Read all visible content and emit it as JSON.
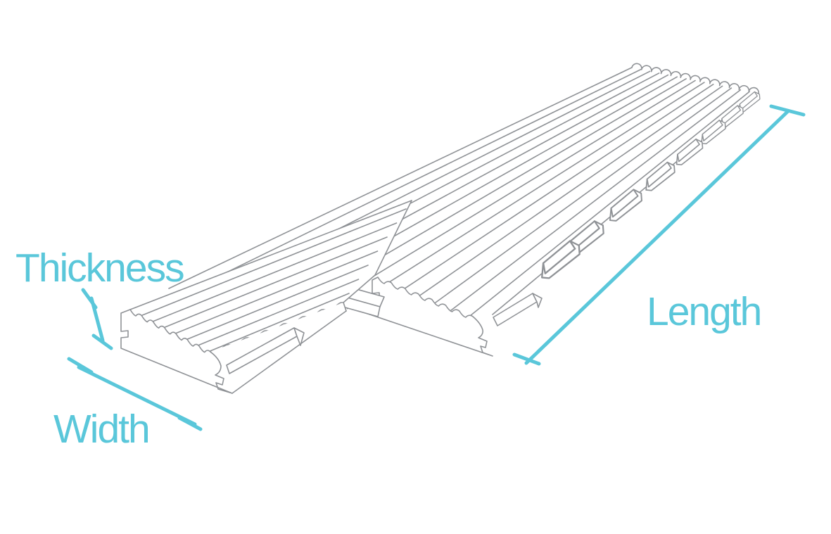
{
  "diagram": {
    "labels": {
      "thickness": "Thickness",
      "width": "Width",
      "length": "Length"
    },
    "colors": {
      "accent": "#5ac7da",
      "line_art": "#8f9296",
      "background": "#ffffff"
    }
  }
}
